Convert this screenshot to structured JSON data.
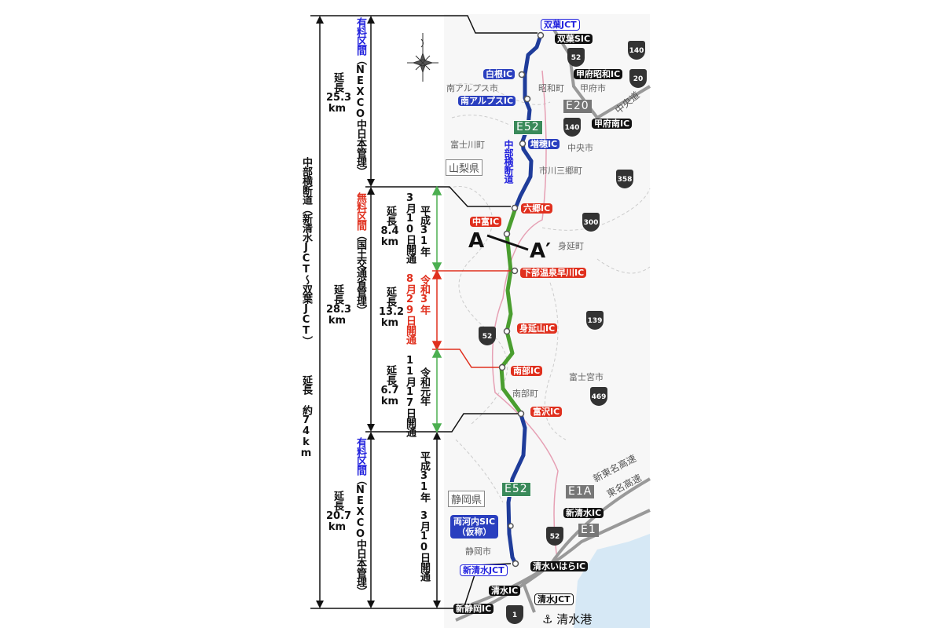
{
  "left_annotations": {
    "total": {
      "route": "中部横断道（新清水JCT～双葉JCT）",
      "length": "延長 約74km"
    },
    "north": {
      "section": "有料区間",
      "manager": "（NEXCO中日本管理）",
      "length_label": "延長",
      "length": "25.3",
      "unit": "km"
    },
    "middle": {
      "section": "無料区間",
      "manager": "（国土交通省管理）",
      "length_label": "延長",
      "length": "28.3",
      "unit": "km"
    },
    "south": {
      "section": "有料区間",
      "manager": "（NEXCO中日本管理）",
      "length_label": "延長",
      "length": "20.7",
      "unit": "km"
    }
  },
  "openings": [
    {
      "era": "平成31年",
      "date": "3月10日開通",
      "length_label": "延長",
      "length": "8.4",
      "unit": "km",
      "color": "#4caf50"
    },
    {
      "era": "令和3年",
      "date": "8月29日開通",
      "length_label": "延長",
      "length": "13.2",
      "unit": "km",
      "color": "#e0301e"
    },
    {
      "era": "令和元年",
      "date": "11月17日開通",
      "length_label": "延長",
      "length": "6.7",
      "unit": "km",
      "color": "#4caf50"
    },
    {
      "era": "平成31年",
      "date": "3月10日開通"
    }
  ],
  "map": {
    "route_name": "中部横断道",
    "interchanges": {
      "futaba_jct": "双葉JCT",
      "futaba_sic": "双葉SIC",
      "shirane": "白根IC",
      "minami_alps": "南アルプスIC",
      "kofu_showa": "甲府昭和IC",
      "kofu_minami": "甲府南IC",
      "masuho": "増穂IC",
      "rokugo": "六郷IC",
      "nakatomi": "中富IC",
      "shimobe": "下部温泉早川IC",
      "minobusan": "身延山IC",
      "nanbu": "南部IC",
      "tomizawa": "富沢IC",
      "ryogochi": "両河内SIC",
      "ryogochi_note": "（仮称）",
      "shin_shimizu_ic": "新清水IC",
      "shin_shimizu_jct": "新清水JCT",
      "shimizu_ihara": "清水いはらIC",
      "shimizu_ic": "清水IC",
      "shimizu_jct": "清水JCT",
      "shin_shizuoka": "新静岡IC"
    },
    "places": {
      "minami_alps_city": "南アルプス市",
      "showa": "昭和町",
      "kofu": "甲府市",
      "fujikawa": "富士川町",
      "chuo_city": "中央市",
      "ichikawamisato": "市川三郷町",
      "minobu": "身延町",
      "fujinomiya": "富士宮市",
      "nanbu_town": "南部町",
      "shizuoka_city": "静岡市",
      "port": "清水港"
    },
    "prefectures": {
      "yamanashi": "山梨県",
      "shizuoka": "静岡県"
    },
    "highways": {
      "e52": "E52",
      "e20": "E20",
      "e1a": "E1A",
      "e1": "E1",
      "chuo": "中央道",
      "shin_tomei": "新東名高速",
      "tomei": "東名高速"
    },
    "routes": {
      "r140a": "140",
      "r52a": "52",
      "r20": "20",
      "r140b": "140",
      "r358": "358",
      "r300": "300",
      "r139": "139",
      "r52b": "52",
      "r469": "469",
      "r52c": "52",
      "r1": "1"
    },
    "section_marker": {
      "a": "A",
      "a_prime": "A′"
    }
  }
}
